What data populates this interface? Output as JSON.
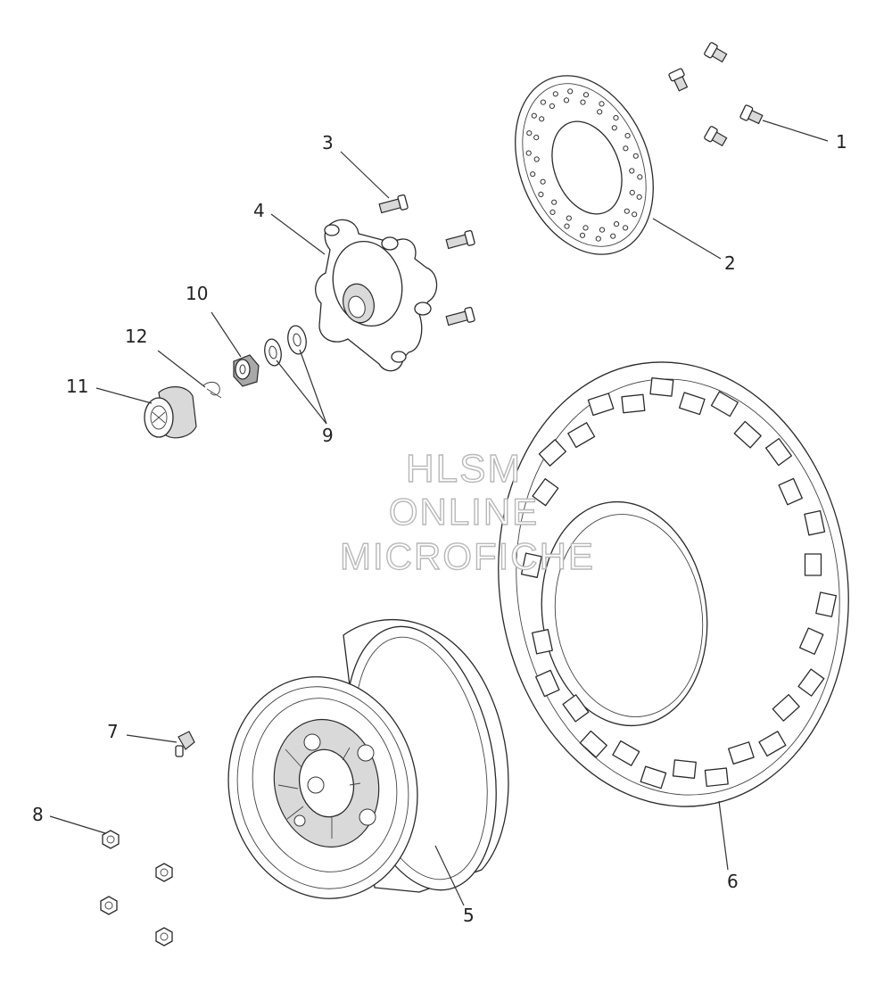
{
  "watermark": {
    "line1": "HLSM",
    "line2": "ONLINE",
    "line3": "MICROFICHE"
  },
  "callouts": {
    "c1": "1",
    "c2": "2",
    "c3": "3",
    "c4": "4",
    "c5": "5",
    "c6": "6",
    "c7": "7",
    "c8": "8",
    "c9": "9",
    "c10": "10",
    "c11": "11",
    "c12": "12"
  },
  "colors": {
    "line": "#2a2a2a",
    "watermark_outline": "#b8b8b8",
    "background": "#ffffff"
  }
}
